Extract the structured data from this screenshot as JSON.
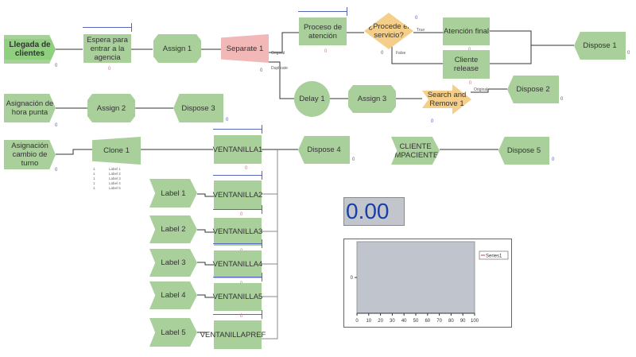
{
  "modules": {
    "llegada": "Llegada de clientes",
    "espera": "Espera para entrar a la agencia",
    "assign1": "Assign 1",
    "separate1": "Separate 1",
    "proceso": "Proceso de atención",
    "procede": "¿Procede el servicio?",
    "atencion_final": "Atención final",
    "cliente_release": "Cliente release",
    "dispose1": "Dispose 1",
    "delay1": "Delay 1",
    "assign3": "Assign 3",
    "search_remove": "Search and Remove 1",
    "dispose2": "Dispose 2",
    "hora_punta": "Asignación de hora punta",
    "assign2": "Assign 2",
    "dispose3": "Dispose 3",
    "cambio_turno": "Asignación cambio de turno",
    "clone1": "Clone 1",
    "ventanilla1": "VENTANILLA1",
    "ventanilla2": "VENTANILLA2",
    "ventanilla3": "VENTANILLA3",
    "ventanilla4": "VENTANILLA4",
    "ventanilla5": "VENTANILLA5",
    "ventanillapref": "VENTANILLAPREF",
    "dispose4": "Dispose 4",
    "label1": "Label 1",
    "label2": "Label 2",
    "label3": "Label 3",
    "label4": "Label 4",
    "label5": "Label 5",
    "cliente_impaciente": "CLIENTE IMPACIENTE",
    "dispose5": "Dispose 5"
  },
  "connection_labels": {
    "original": "Original",
    "duplicate": "Duplicate",
    "true": "True",
    "false": "False",
    "search_original": "Original"
  },
  "counters": {
    "value": "0"
  },
  "clone_outputs": [
    "Label 1",
    "Label 2",
    "Label 3",
    "Label 4",
    "Label 5"
  ],
  "clone_output_index": "1",
  "scoreboard": {
    "value": "0.00"
  },
  "colors": {
    "module_green": "#a9cf9b",
    "separate_pink": "#f2b8b8",
    "decide_orange": "#f5cf8a",
    "queue_blue": "#5566bb",
    "scoreboard_text": "#1a3ea8"
  },
  "chart_data": {
    "type": "line",
    "title": "",
    "xlabel": "",
    "ylabel": "",
    "x_ticks": [
      "0",
      "10",
      "20",
      "30",
      "40",
      "50",
      "60",
      "70",
      "80",
      "90",
      "100"
    ],
    "y_ticks": [
      "0"
    ],
    "xlim": [
      0,
      100
    ],
    "series": [
      {
        "name": "Series1",
        "values": []
      }
    ],
    "legend": "right",
    "plot_background": "#c0c4cc",
    "grid": false
  }
}
